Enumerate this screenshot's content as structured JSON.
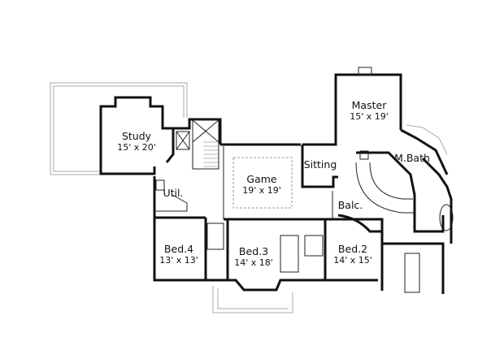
{
  "floor_plan": {
    "rooms": [
      {
        "name": "Study",
        "size": "15' x 20'"
      },
      {
        "name": "Game",
        "size": "19' x 19'"
      },
      {
        "name": "Master",
        "size": "15' x 19'"
      },
      {
        "name": "Sitting",
        "size": ""
      },
      {
        "name": "M.Bath",
        "size": ""
      },
      {
        "name": "Util.",
        "size": ""
      },
      {
        "name": "Balc.",
        "size": ""
      },
      {
        "name": "Bed.4",
        "size": "13' x 13'"
      },
      {
        "name": "Bed.3",
        "size": "14' x 18'"
      },
      {
        "name": "Bed.2",
        "size": "14' x 15'"
      }
    ]
  }
}
